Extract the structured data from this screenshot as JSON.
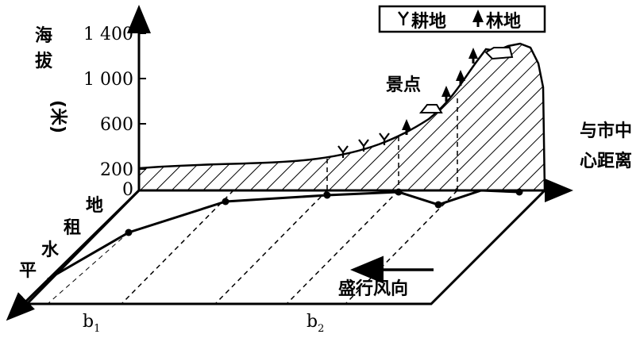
{
  "legend": {
    "cropland": "耕地",
    "forest": "林地"
  },
  "axis": {
    "ylabel": [
      "海",
      "拔",
      "(米)"
    ],
    "yticks": [
      "1 400",
      "1 000",
      "600",
      "200",
      "0"
    ],
    "xlabel_line1": "与市中",
    "xlabel_line2": "心距离"
  },
  "annotations": {
    "scenic": "景点",
    "wind": "盛行风向"
  },
  "rent_label": [
    "地",
    "租",
    "水",
    "平"
  ],
  "b1": "b",
  "b1_sub": "1",
  "b2": "b",
  "b2_sub": "2"
}
